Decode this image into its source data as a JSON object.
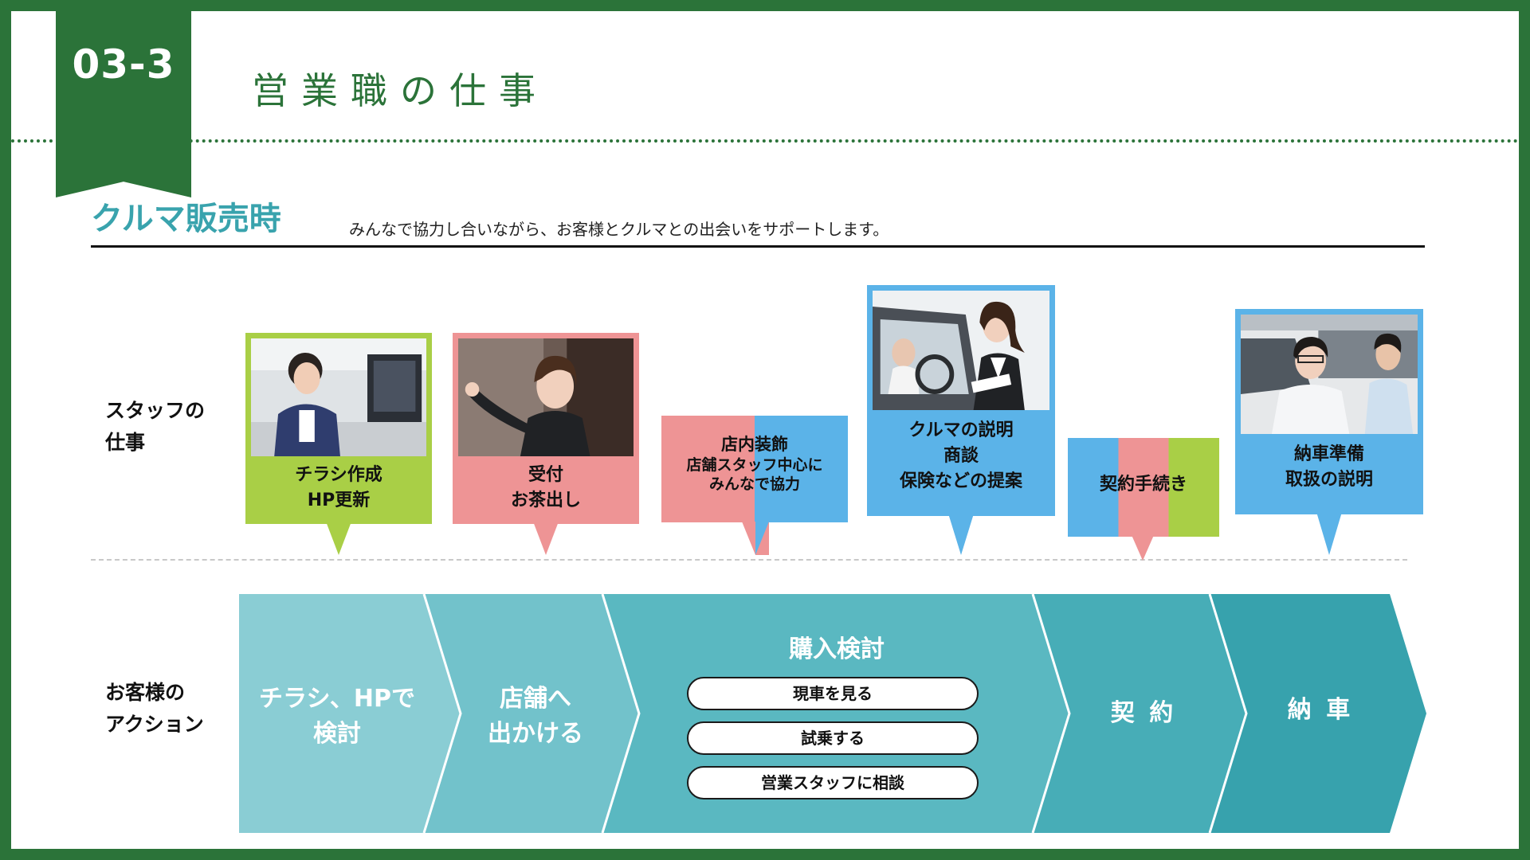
{
  "header": {
    "badge": "03-3",
    "title": "営業職の仕事"
  },
  "section": {
    "title": "クルマ販売時",
    "subtitle": "みんなで協力し合いながら、お客様とクルマとの出会いをサポートします。"
  },
  "rows": {
    "staff_label": [
      "スタッフの",
      "仕事"
    ],
    "customer_label": [
      "お客様の",
      "アクション"
    ]
  },
  "colors": {
    "green": "#2b7339",
    "lime": "#a9cf46",
    "pink": "#ee9495",
    "blue": "#5bb3e8",
    "teal": "#39a3ad"
  },
  "staff_cards": [
    {
      "lines": [
        "チラシ作成",
        "HP更新"
      ],
      "color": "lime",
      "photo": "office-staff-on-phone-photo"
    },
    {
      "lines": [
        "受付",
        "お茶出し"
      ],
      "color": "pink",
      "photo": "receptionist-photo"
    },
    {
      "lines": [
        "店内装飾",
        "店舗スタッフ中心に",
        "みんなで協力"
      ],
      "color": "pink-blue"
    },
    {
      "lines": [
        "クルマの説明",
        "商談",
        "保険などの提案"
      ],
      "color": "blue",
      "photo": "car-explanation-photo"
    },
    {
      "lines": [
        "契約手続き"
      ],
      "color": "blue-pink-lime"
    },
    {
      "lines": [
        "納車準備",
        "取扱の説明"
      ],
      "color": "blue",
      "photo": "delivery-photo"
    }
  ],
  "customer_steps": [
    {
      "lines": [
        "チラシ、HPで",
        "検討"
      ],
      "color": "#8acdd4"
    },
    {
      "lines": [
        "店舗へ",
        "出かける"
      ],
      "color": "#72c2cb"
    },
    {
      "lines": [
        "購入検討"
      ],
      "color": "#5ab8c1",
      "sub_items": [
        "現車を見る",
        "試乗する",
        "営業スタッフに相談"
      ]
    },
    {
      "lines": [
        "契 約"
      ],
      "color": "#47adb7"
    },
    {
      "lines": [
        "納 車"
      ],
      "color": "#37a2ad"
    }
  ]
}
